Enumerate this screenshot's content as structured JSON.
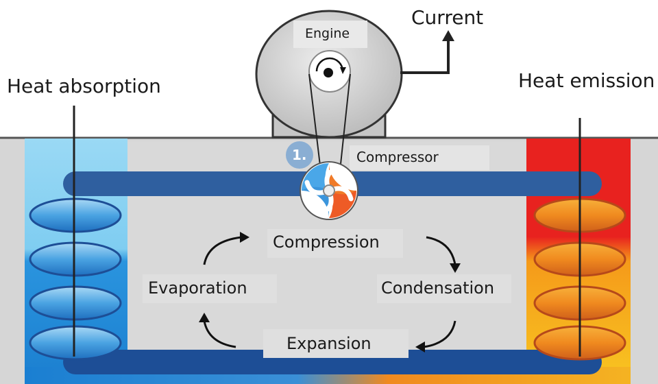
{
  "labels": {
    "heat_absorption": "Heat absorption",
    "heat_emission": "Heat emission",
    "current": "Current",
    "engine": "Engine",
    "step_number": "1.",
    "compressor": "Compressor",
    "compression": "Compression",
    "condensation": "Condensation",
    "expansion": "Expansion",
    "evaporation": "Evaporation"
  },
  "colors": {
    "cold_light": "#8fd6f3",
    "cold_dark": "#1c86d6",
    "hot_red": "#e8221f",
    "hot_orange": "#f39a1c",
    "hot_yellow": "#f7c622",
    "panel_gray": "#d9d9d9",
    "engine_gray": "#cfcfcf"
  }
}
